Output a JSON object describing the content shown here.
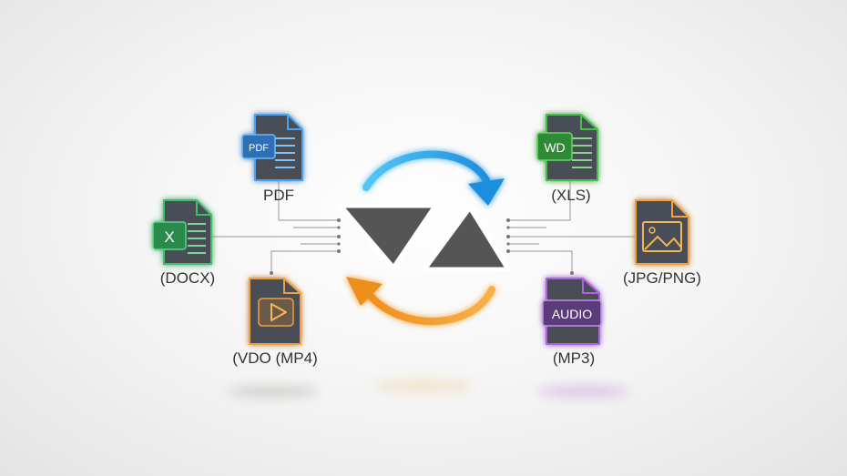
{
  "inputs": [
    {
      "id": "pdf",
      "label": "PDF",
      "icon_text": "PDF",
      "icon": "pdf-document-icon",
      "color": "#3b86d6"
    },
    {
      "id": "docx",
      "label": "(DOCX)",
      "icon_text": "X",
      "icon": "excel-document-icon",
      "color": "#2e9a55"
    },
    {
      "id": "vdo",
      "label": "(VDO (MP4)",
      "icon_text": "",
      "icon": "video-play-icon",
      "color": "#d68a2e"
    }
  ],
  "outputs": [
    {
      "id": "xls",
      "label": "(XLS)",
      "icon_text": "WD",
      "icon": "word-document-icon",
      "color": "#3e9a3e"
    },
    {
      "id": "jpg",
      "label": "(JPG/PNG)",
      "icon_text": "",
      "icon": "image-file-icon",
      "color": "#d69530"
    },
    {
      "id": "mp3",
      "label": "(MP3)",
      "icon_text": "AUDIO",
      "icon": "audio-file-icon",
      "color": "#9b4fc9"
    }
  ],
  "center": {
    "icon": "convert-triangles-icon",
    "arrow_top_color": "#29a8e8",
    "arrow_bottom_color": "#f2a030"
  }
}
